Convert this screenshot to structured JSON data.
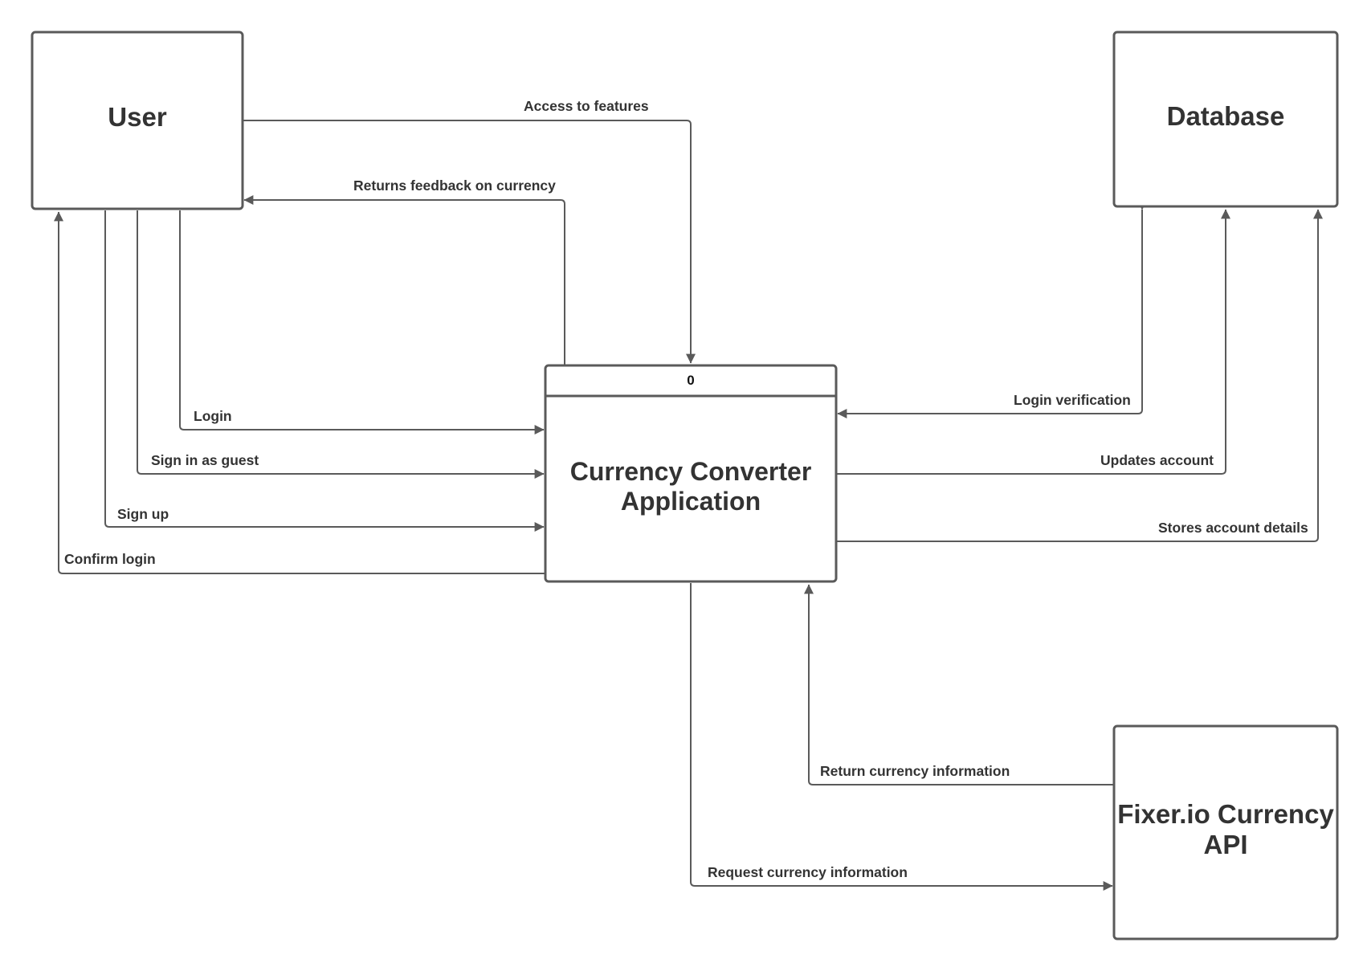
{
  "colors": {
    "stroke": "#5a5a5a",
    "text": "#333333",
    "background": "#ffffff"
  },
  "entities": {
    "user": "User",
    "database": "Database",
    "api_line1": "Fixer.io Currency",
    "api_line2": "API"
  },
  "process": {
    "id": "0",
    "title_line1": "Currency Converter",
    "title_line2": "Application"
  },
  "flows": {
    "access_to_features": "Access to features",
    "returns_feedback": "Returns feedback on currency",
    "login": "Login",
    "sign_in_as_guest": "Sign in as guest",
    "sign_up": "Sign up",
    "confirm_login": "Confirm login",
    "login_verification": "Login verification",
    "updates_account": "Updates account",
    "stores_account_details": "Stores account details",
    "return_currency_information": "Return currency information",
    "request_currency_information": "Request currency information"
  }
}
